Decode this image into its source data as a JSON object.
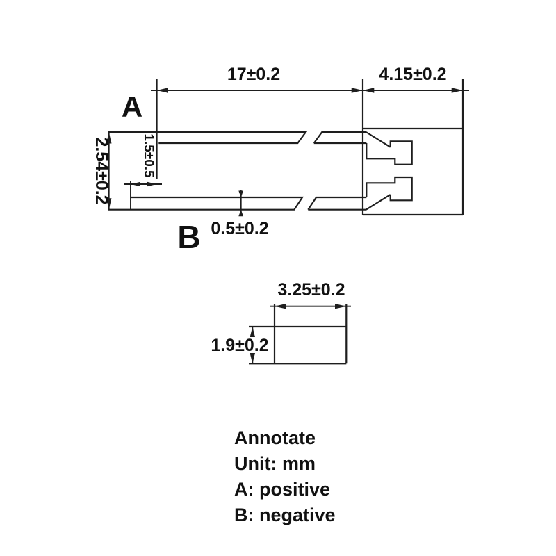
{
  "drawing": {
    "labels": {
      "wire_a": "A",
      "wire_b": "B"
    },
    "dimensions": {
      "wire_length": "17±0.2",
      "housing_width": "4.15±0.2",
      "overall_pitch": "2.54±0.2",
      "strip_offset": "1.5±0.5",
      "wire_thickness": "0.5±0.2",
      "detail_width": "3.25±0.2",
      "detail_height": "1.9±0.2"
    },
    "notes": {
      "line1": "Annotate",
      "line2": "Unit: mm",
      "line3": "A: positive",
      "line4": "B: negative"
    },
    "unit": "mm",
    "colors": {
      "line": "#1e1e1e",
      "background": "#ffffff"
    }
  }
}
